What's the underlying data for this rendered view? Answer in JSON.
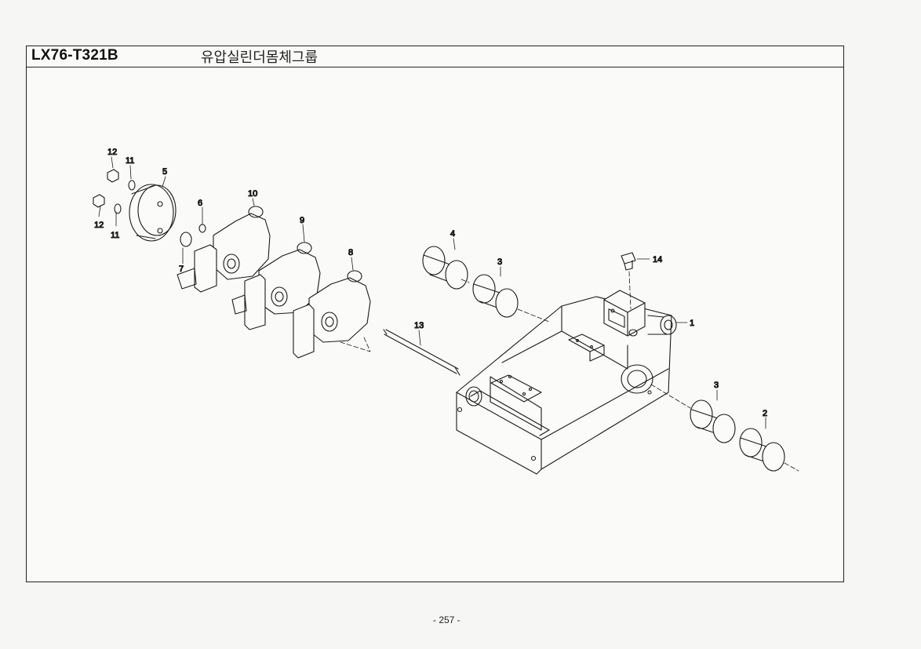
{
  "header": {
    "part_code": "LX76-T321B",
    "title": "유압실린더몸체그룹"
  },
  "callouts": {
    "c1": "1",
    "c2": "2",
    "c3a": "3",
    "c3b": "3",
    "c4": "4",
    "c5": "5",
    "c6": "6",
    "c7": "7",
    "c8": "8",
    "c9": "9",
    "c10": "10",
    "c11a": "11",
    "c11b": "11",
    "c12a": "12",
    "c12b": "12",
    "c13": "13",
    "c14": "14"
  },
  "footer": {
    "page_number": "- 257 -"
  }
}
